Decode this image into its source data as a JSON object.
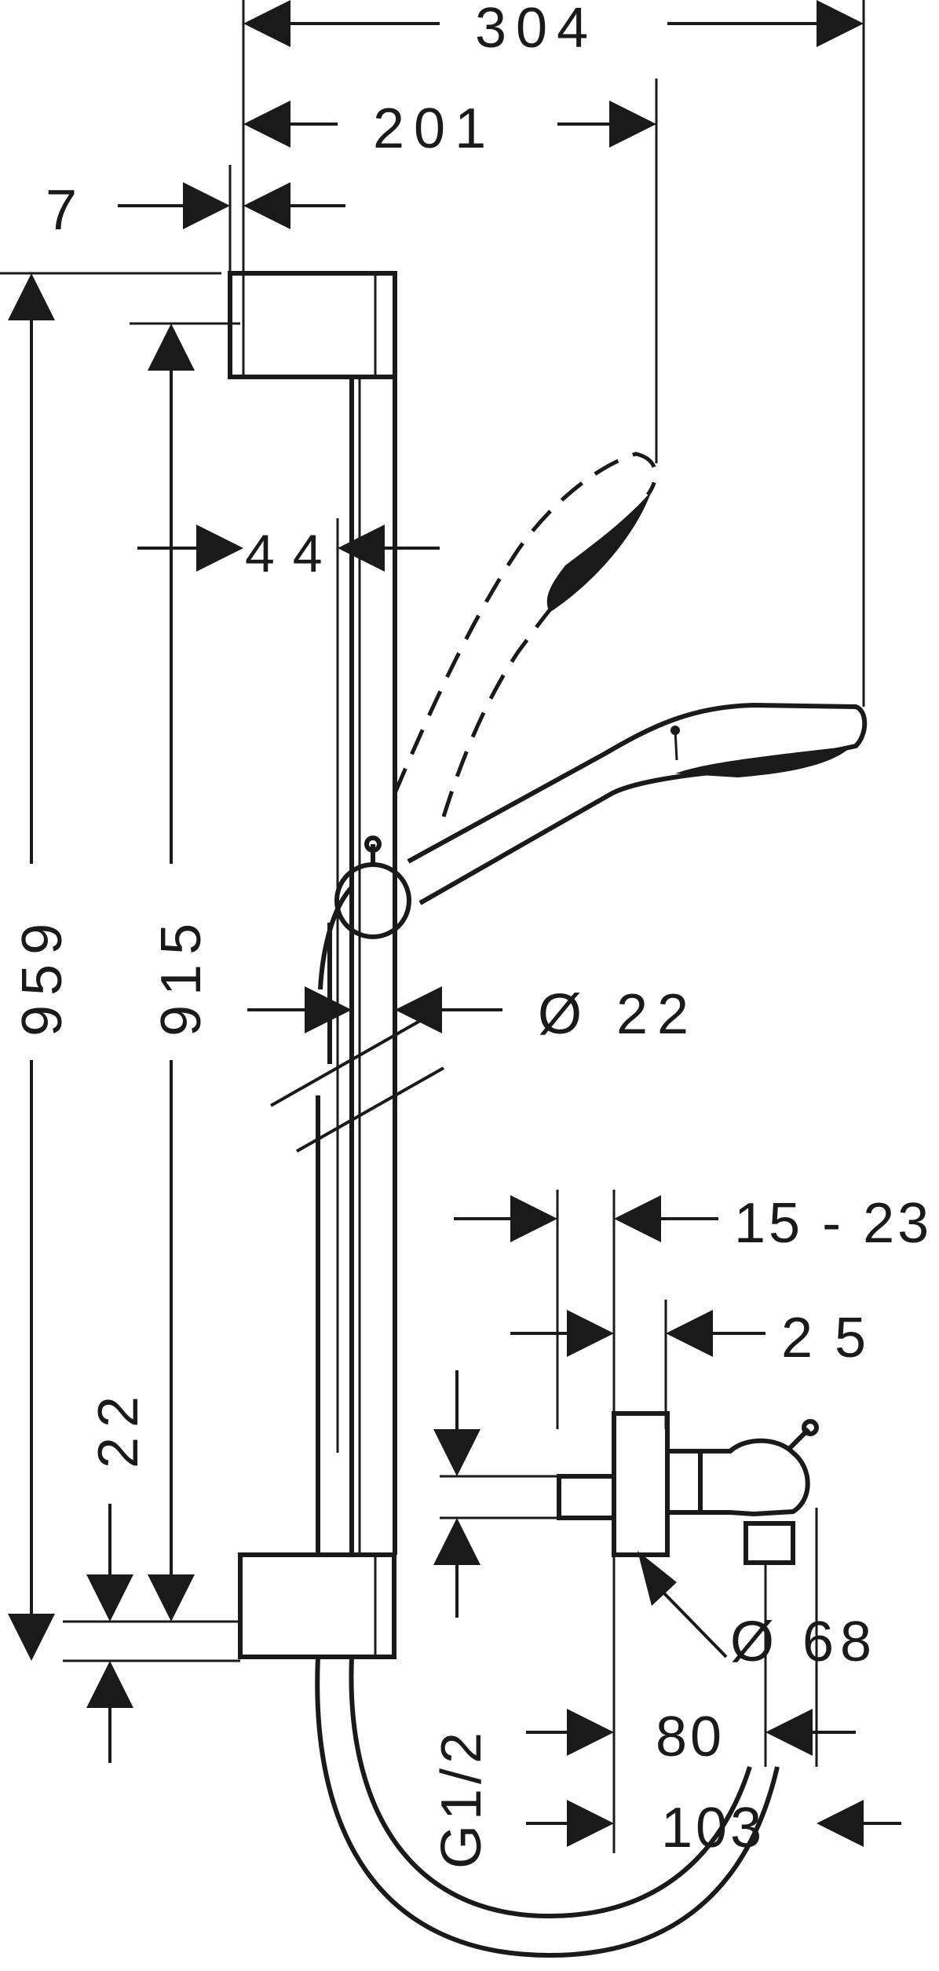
{
  "dimensions": {
    "overall_width": "304",
    "handshower_reach": "201",
    "wall_gap": "7",
    "bar_offset": "4 4",
    "total_height": "959",
    "bar_length": "915",
    "bar_diameter": "Ø 22",
    "outlet_offset": "15 - 23",
    "outlet_depth": "2 5",
    "bottom_offset": "22",
    "flange_diameter": "Ø 68",
    "thread": "G1/2",
    "valve_depth_min": "80",
    "valve_depth_max": "103"
  },
  "colors": {
    "line": "#1a1a1a",
    "background": "#ffffff"
  }
}
